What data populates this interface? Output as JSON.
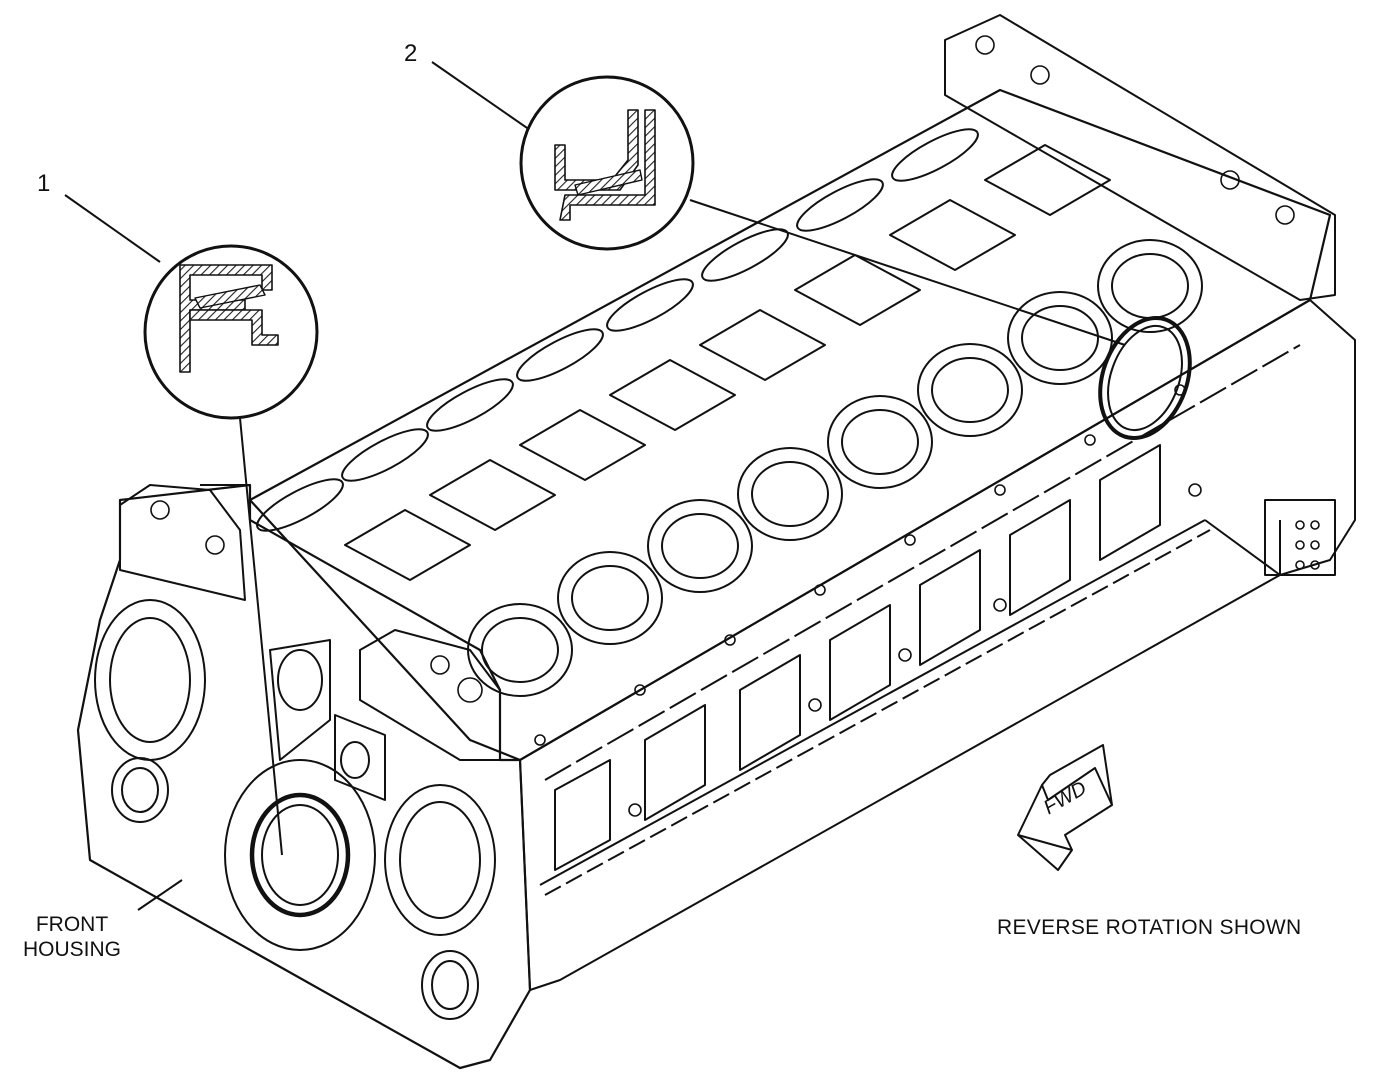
{
  "callouts": [
    {
      "number": "1"
    },
    {
      "number": "2"
    }
  ],
  "labels": {
    "front_housing_line1": "FRONT",
    "front_housing_line2": "HOUSING",
    "reverse_rotation": "REVERSE ROTATION SHOWN",
    "fwd": "FWD"
  },
  "colors": {
    "line": "#111111",
    "background": "#ffffff",
    "hatch": "#222222"
  }
}
